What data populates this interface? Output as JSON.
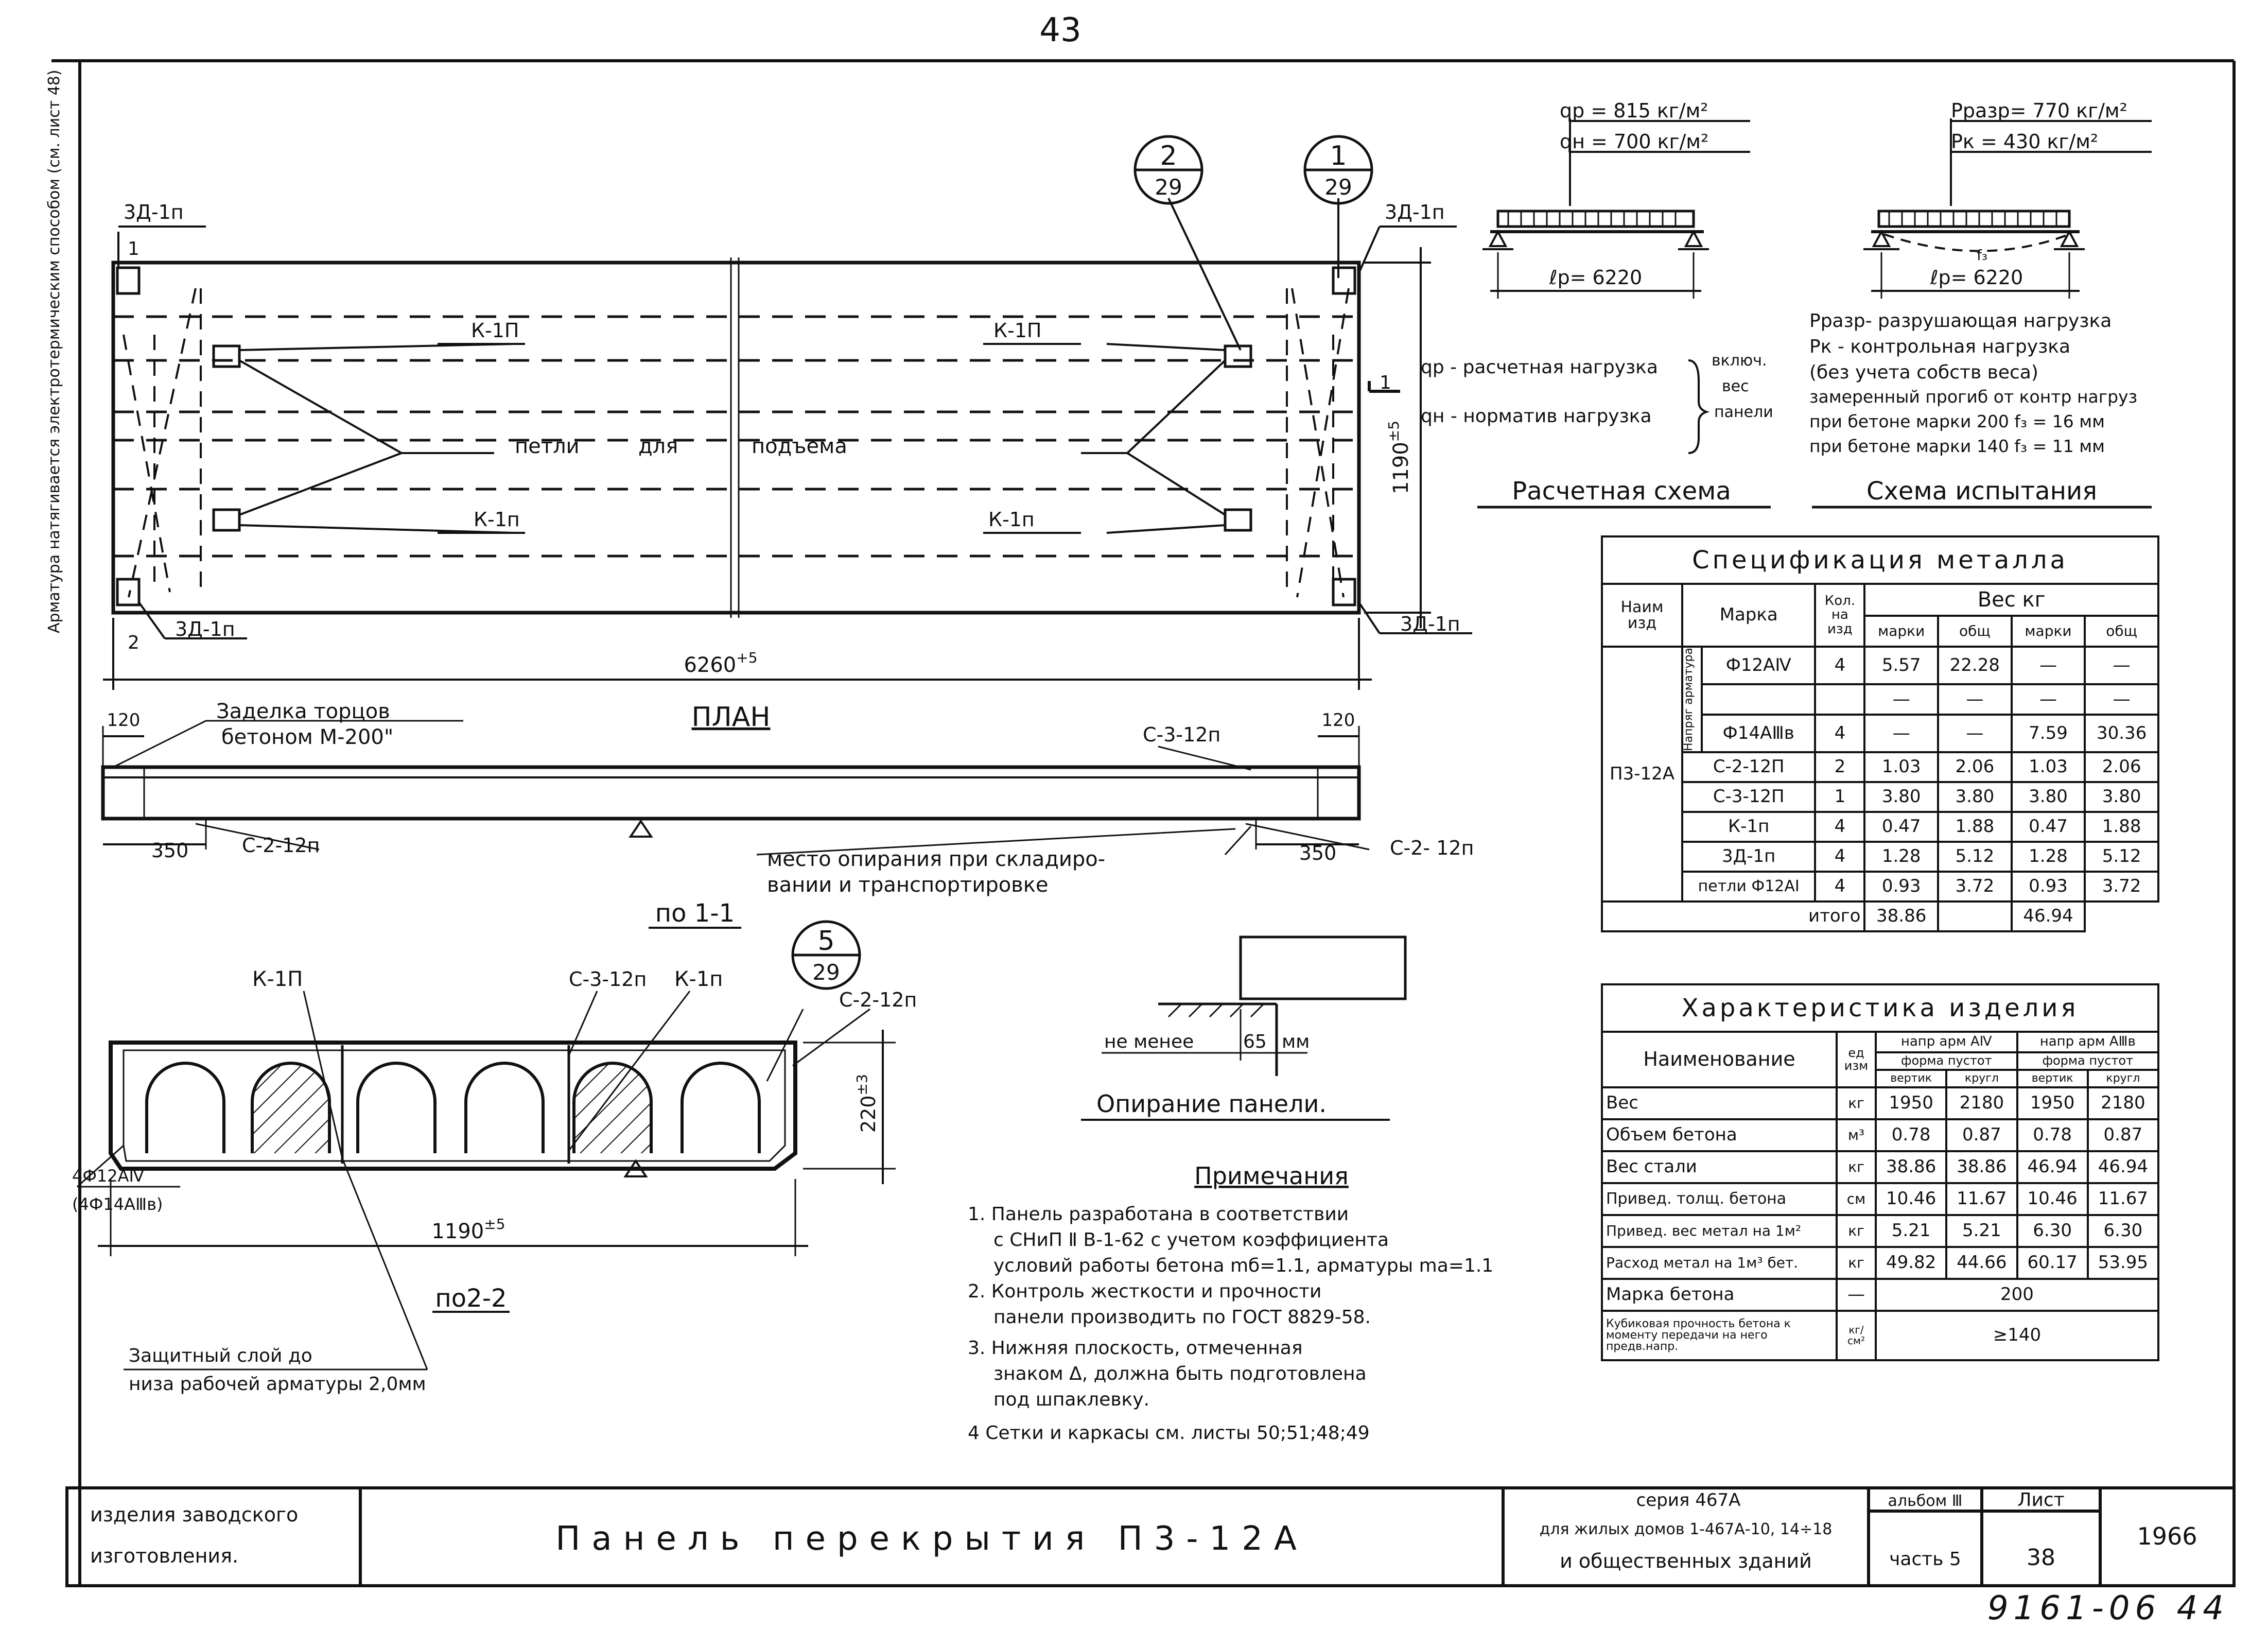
{
  "page_number": "43",
  "bottom_code": "9161-06 44",
  "plan": {
    "title": "ПЛАН",
    "width_dim": "6260",
    "width_tol": "+5",
    "height_dim": "1190",
    "height_tol": "±5",
    "labels": {
      "zd_top_left": "3Д-1п",
      "zd_top_right": "3Д-1п",
      "zd_bottom_left": "3Д-1п",
      "zd_bottom_right": "3Д-1п",
      "k_top_left": "К-1П",
      "k_top_right": "К-1П",
      "k_bottom_left": "К-1п",
      "k_bottom_right": "К-1п",
      "loops_1": "петли",
      "loops_2": "для",
      "loops_3": "подъема",
      "mark_1": "1",
      "mark_2": "2",
      "mark_1_right": "1",
      "callout_a_num": "2",
      "callout_a_den": "29",
      "callout_b_num": "1",
      "callout_b_den": "29"
    },
    "side_note": "Арматура натягивается электротермическим способом (см. лист 48)"
  },
  "elevation": {
    "note_1": "Заделка торцов",
    "note_2": "бетоном М-200\"",
    "dim_120_left": "120",
    "dim_120_right": "120",
    "c3": "С-3-12п",
    "c2_left": "С-2-12п",
    "c2_right": "С-2- 12п",
    "dim_350_left": "350",
    "dim_350_right": "350",
    "support_1": "место опирания при складиро-",
    "support_2": "вании и транспортировке"
  },
  "section": {
    "title": "по 1-1",
    "labels": {
      "k1_left": "К-1П",
      "c3": "С-3-12п",
      "k1_right": "К-1п",
      "c2": "С-2-12п",
      "callout_num": "5",
      "callout_den": "29",
      "rebar_1": "4Ф12АⅣ",
      "rebar_2": "(4Ф14АⅢв)",
      "height_dim": "220",
      "height_tol": "±3",
      "width_dim": "1190",
      "width_tol": "±5"
    },
    "section2": "по2-2",
    "cover_1": "Защитный слой до",
    "cover_2": "низа рабочей арматуры 2,0мм"
  },
  "support_detail": {
    "label": "не менее",
    "dim": "65",
    "unit": "мм",
    "title": "Опирание панели."
  },
  "calc_scheme": {
    "qp": "qр = 815 кг/м²",
    "qn": "qн = 700 кг/м²",
    "span": "ℓр= 6220",
    "legend_qp": "qр - расчетная нагрузка",
    "legend_qn": "qн - норматив нагрузка",
    "brace_1": "включ.",
    "brace_2": "вес",
    "brace_3": "панели",
    "title": "Расчетная схема"
  },
  "test_scheme": {
    "prazr": "Рразр= 770 кг/м²",
    "pk": "Рк = 430 кг/м²",
    "span": "ℓр= 6220",
    "f": "f₃",
    "legend": [
      "Рразр- разрушающая нагрузка",
      "Рк - контрольная нагрузка",
      "(без учета собств веса)",
      "замеренный прогиб от контр нагруз",
      "при бетоне марки 200 f₃ = 16 мм",
      "при бетоне марки 140 f₃ = 11 мм"
    ],
    "title": "Схема испытания"
  },
  "spec_table": {
    "title": "Спецификация металла",
    "headers": {
      "name": "Наим изд",
      "mark": "Марка",
      "qty": "Кол. на изд",
      "weight": "Вес кг",
      "w_mark1": "марки",
      "w_total1": "общ",
      "w_mark2": "марки",
      "w_total2": "общ"
    },
    "product": "П3-12А",
    "group_label": "Напряг арматура",
    "rows": [
      {
        "mark": "Ф12АⅣ",
        "qty": "4",
        "m1": "5.57",
        "t1": "22.28",
        "m2": "—",
        "t2": "—"
      },
      {
        "mark": "",
        "qty": "",
        "m1": "—",
        "t1": "—",
        "m2": "—",
        "t2": "—"
      },
      {
        "mark": "Ф14АⅢв",
        "qty": "4",
        "m1": "—",
        "t1": "—",
        "m2": "7.59",
        "t2": "30.36"
      },
      {
        "mark": "С-2-12П",
        "qty": "2",
        "m1": "1.03",
        "t1": "2.06",
        "m2": "1.03",
        "t2": "2.06"
      },
      {
        "mark": "С-3-12П",
        "qty": "1",
        "m1": "3.80",
        "t1": "3.80",
        "m2": "3.80",
        "t2": "3.80"
      },
      {
        "mark": "К-1п",
        "qty": "4",
        "m1": "0.47",
        "t1": "1.88",
        "m2": "0.47",
        "t2": "1.88"
      },
      {
        "mark": "3Д-1п",
        "qty": "4",
        "m1": "1.28",
        "t1": "5.12",
        "m2": "1.28",
        "t2": "5.12"
      },
      {
        "mark": "петли Ф12АⅠ",
        "qty": "4",
        "m1": "0.93",
        "t1": "3.72",
        "m2": "0.93",
        "t2": "3.72"
      }
    ],
    "total_label": "итого",
    "total_1": "38.86",
    "total_2": "46.94"
  },
  "char_table": {
    "title": "Характеристика изделия",
    "headers": {
      "name": "Наименование",
      "unit": "ед изм",
      "arm4": "напр арм АⅣ",
      "arm3": "напр арм АⅢв",
      "form_a": "форма пустот",
      "form_b": "форма пустот",
      "vert_a": "вертик",
      "round_a": "кругл",
      "vert_b": "вертик",
      "round_b": "кругл"
    },
    "rows": [
      {
        "name": "Вес",
        "unit": "кг",
        "v": [
          "1950",
          "2180",
          "1950",
          "2180"
        ]
      },
      {
        "name": "Объем бетона",
        "unit": "м³",
        "v": [
          "0.78",
          "0.87",
          "0.78",
          "0.87"
        ]
      },
      {
        "name": "Вес стали",
        "unit": "кг",
        "v": [
          "38.86",
          "38.86",
          "46.94",
          "46.94"
        ]
      },
      {
        "name": "Привед. толщ. бетона",
        "unit": "см",
        "v": [
          "10.46",
          "11.67",
          "10.46",
          "11.67"
        ]
      },
      {
        "name": "Привед. вес метал на 1м²",
        "unit": "кг",
        "v": [
          "5.21",
          "5.21",
          "6.30",
          "6.30"
        ]
      },
      {
        "name": "Расход метал на 1м³ бет.",
        "unit": "кг",
        "v": [
          "49.82",
          "44.66",
          "60.17",
          "53.95"
        ]
      }
    ],
    "grade_name": "Марка бетона",
    "grade_unit": "—",
    "grade_value": "200",
    "cube_name": "Кубиковая прочность бетона к моменту передачи на него предв.напр.",
    "cube_unit": "кг/см²",
    "cube_value": "≥140"
  },
  "notes": {
    "title": "Примечания",
    "items": [
      "1. Панель разработана в соответствии",
      "с СНиП Ⅱ В-1-62 с учетом коэффициента",
      "условий работы бетона mб=1.1, арматуры mа=1.1",
      "2. Контроль жесткости и прочности",
      "панели производить по ГОСТ 8829-58.",
      "3. Нижняя плоскость, отмеченная",
      "знаком Δ, должна быть подготовлена",
      "под шпаклевку.",
      "4 Сетки и каркасы см. листы 50;51;48;49"
    ]
  },
  "title_block": {
    "left_1": "изделия заводского",
    "left_2": "изготовления.",
    "title": "Панель перекрытия П3-12А",
    "series": "серия 467А",
    "series_2": "для жилых домов 1-467А-10, 14÷18",
    "series_3": "и общественных зданий",
    "album": "альбом Ⅲ",
    "part": "часть 5",
    "sheet_label": "Лист",
    "sheet": "38",
    "year": "1966"
  }
}
